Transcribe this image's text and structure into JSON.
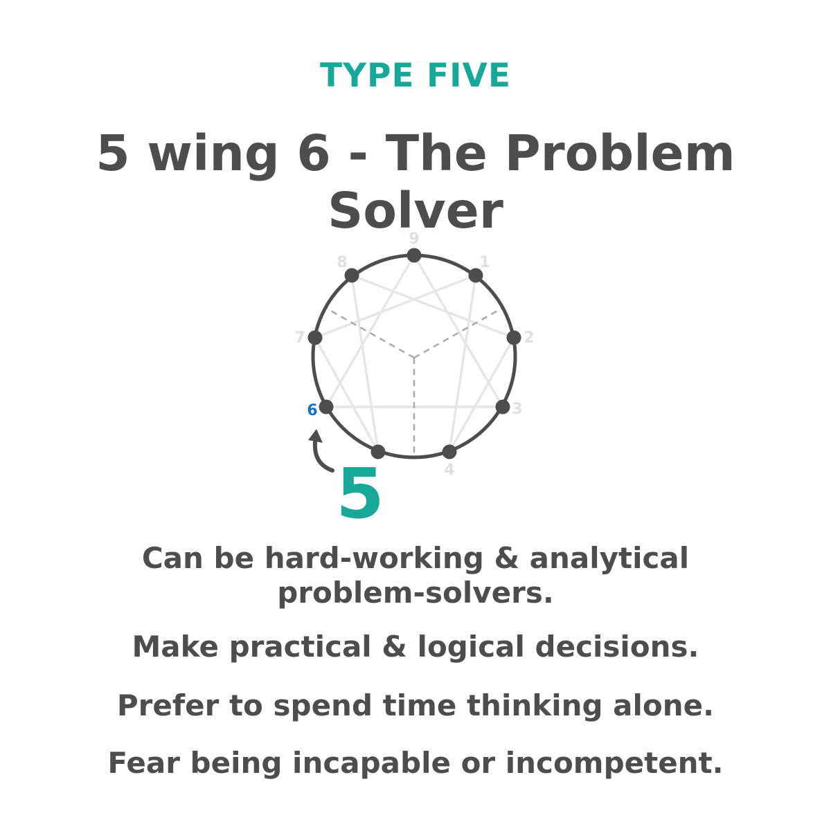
{
  "header": {
    "eyebrow": "TYPE FIVE",
    "title": "5 wing 6 - The Problem Solver"
  },
  "diagram": {
    "points": [
      "9",
      "1",
      "2",
      "3",
      "4",
      "5",
      "6",
      "7",
      "8"
    ],
    "highlighted_wing": "6",
    "core_type": "5",
    "colors": {
      "accent": "#17a899",
      "wing": "#1a73c2",
      "circle": "#4d4d4d",
      "lines": "#e6e6e6",
      "labels": "#e0e0e0",
      "dashed": "#aaaaaa"
    }
  },
  "traits": {
    "line1": "Can be hard-working & analytical",
    "line1b": "problem-solvers.",
    "line2": "Make practical & logical decisions.",
    "line3": "Prefer to spend time thinking alone.",
    "line4": "Fear being incapable or incompetent."
  }
}
